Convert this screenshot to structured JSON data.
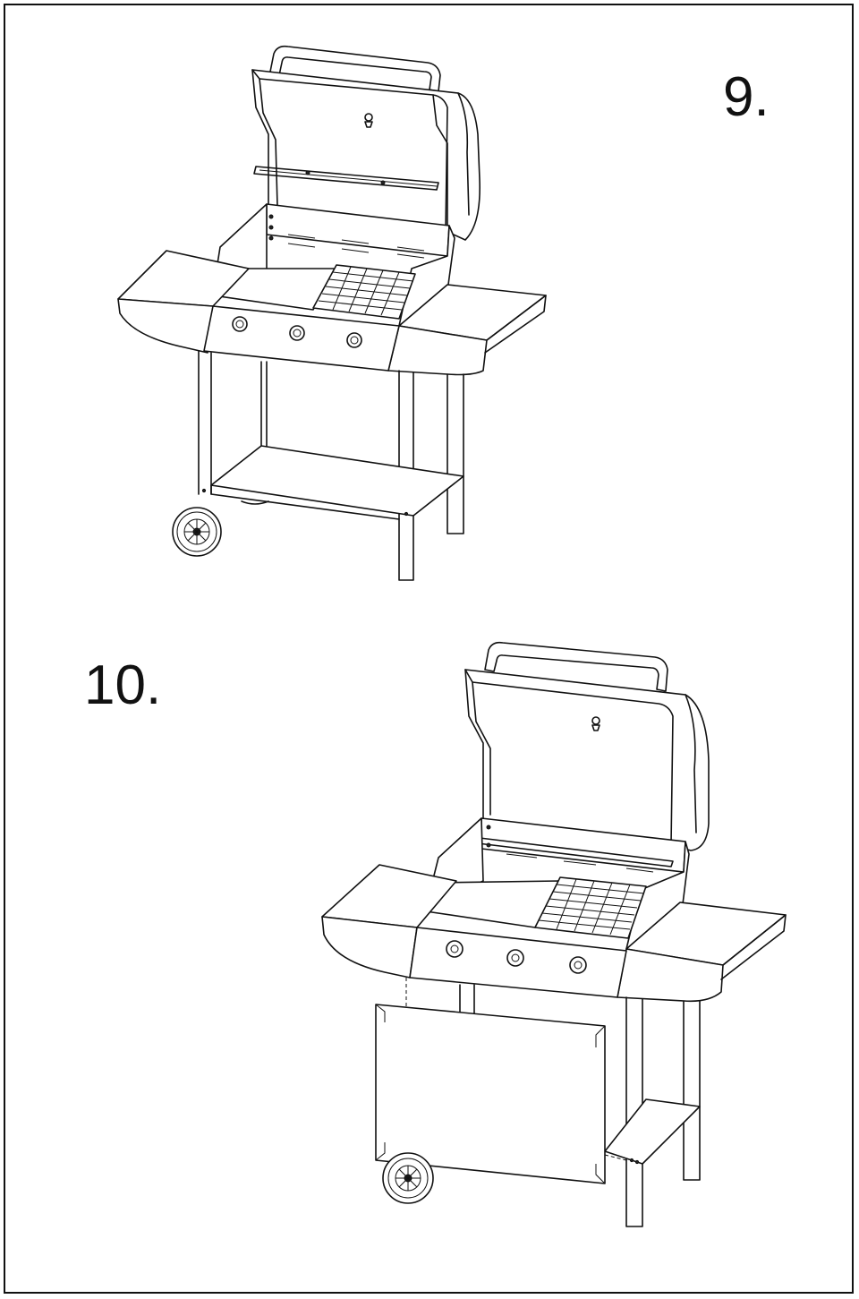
{
  "steps": [
    {
      "number": "9.",
      "figure": "grill-with-warming-rack-installed"
    },
    {
      "number": "10.",
      "figure": "grill-with-front-door-panel"
    }
  ],
  "colors": {
    "line": "#111111",
    "background": "#ffffff"
  }
}
